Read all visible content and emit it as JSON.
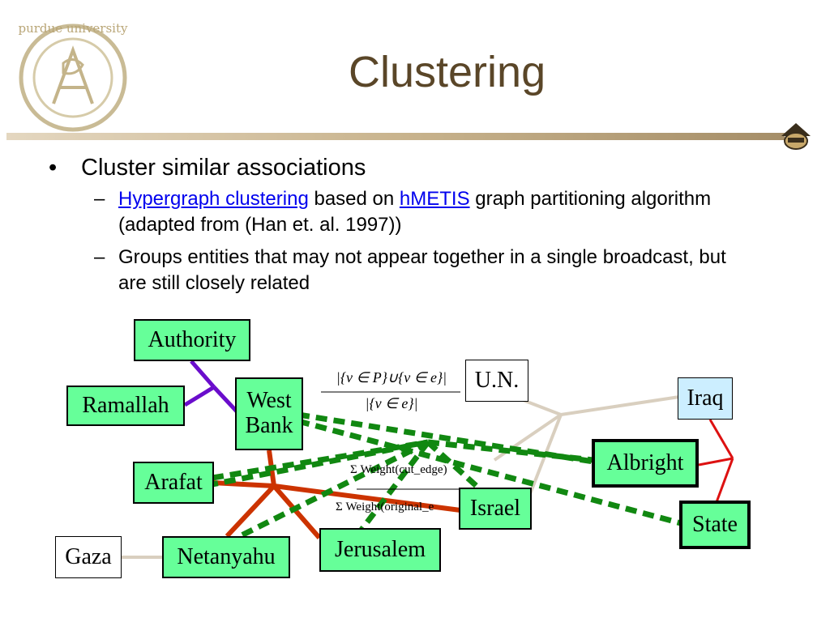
{
  "slide": {
    "title": "Clustering",
    "logo_text": "purdue university"
  },
  "bullets": [
    {
      "text": "Cluster similar associations"
    }
  ],
  "sub_bullets": {
    "one": {
      "link1": "Hypergraph clustering",
      "mid1": " based on ",
      "link2": "hMETIS",
      "rest": " graph partitioning algorithm (adapted from (Han et. al. 1997))"
    },
    "two": {
      "text": "Groups entities that may not appear together in a single broadcast, but are still closely related"
    }
  },
  "markers": {
    "bullet": "•",
    "dash": "–"
  },
  "diagram": {
    "nodes": {
      "authority": "Authority",
      "ramallah": "Ramallah",
      "west_bank": "West Bank",
      "un": "U.N.",
      "iraq": "Iraq",
      "albright": "Albright",
      "arafat": "Arafat",
      "israel": "Israel",
      "state": "State",
      "gaza": "Gaza",
      "netanyahu": "Netanyahu",
      "jerusalem": "Jerusalem"
    },
    "formula1": {
      "numerator": "|{v ∈ P}∪{v ∈ e}|",
      "denominator": "|{v ∈ e}|"
    },
    "formula2": {
      "numerator": "Σ Weight(cut_edge)",
      "denominator": "Σ Weight(original_e"
    },
    "colors": {
      "node_green": "#66ff99",
      "node_blue": "#cceeff",
      "purple_edge": "#6a0dcc",
      "orange_edge": "#cc3300",
      "green_dashed_edge": "#118811",
      "tan_edge": "#d9cfbf",
      "red_edge": "#dd1111"
    }
  }
}
